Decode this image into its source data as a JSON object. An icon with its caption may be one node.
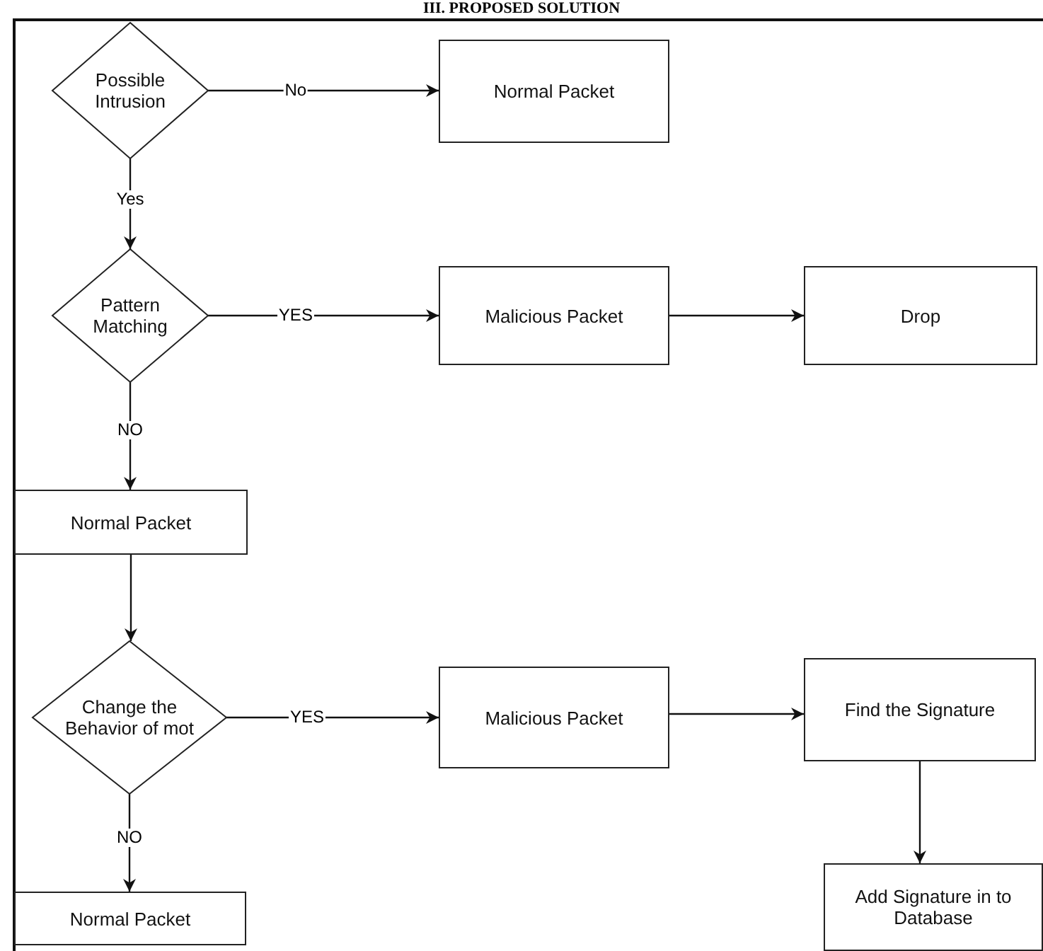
{
  "diagram": {
    "title": "III. PROPOSED SOLUTION",
    "nodes": [
      {
        "text": [
          "Possible Intrusion"
        ]
      },
      {
        "text": [
          "Normal Packet"
        ]
      },
      {
        "text": [
          "Pattern Matching"
        ]
      },
      {
        "text": [
          "Malicious Packet"
        ]
      },
      {
        "text": [
          "Drop"
        ]
      },
      {
        "text": [
          "Normal Packet"
        ]
      },
      {
        "text": [
          "Change the Behavior of mot"
        ]
      },
      {
        "text": [
          "Malicious Packet"
        ]
      },
      {
        "text": [
          "Find the Signature"
        ]
      },
      {
        "text": [
          "Add Signature in to Database"
        ]
      },
      {
        "text": [
          "Normal Packet"
        ]
      }
    ],
    "edges": [
      {
        "from": 0,
        "to": 1,
        "arrow": "to",
        "label": "No"
      },
      {
        "from": 0,
        "to": 2,
        "arrow": "to",
        "label": "Yes"
      },
      {
        "from": 2,
        "to": 3,
        "arrow": "to",
        "label": "YES"
      },
      {
        "from": 3,
        "to": 4,
        "arrow": "to"
      },
      {
        "from": 2,
        "to": 5,
        "arrow": "to",
        "label": "NO"
      },
      {
        "from": 5,
        "to": 6,
        "arrow": "to"
      },
      {
        "from": 6,
        "to": 7,
        "arrow": "to",
        "label": "YES"
      },
      {
        "from": 7,
        "to": 8,
        "arrow": "to"
      },
      {
        "from": 8,
        "to": 9,
        "arrow": "to"
      },
      {
        "from": 6,
        "to": 10,
        "arrow": "to",
        "label": "NO"
      }
    ]
  }
}
